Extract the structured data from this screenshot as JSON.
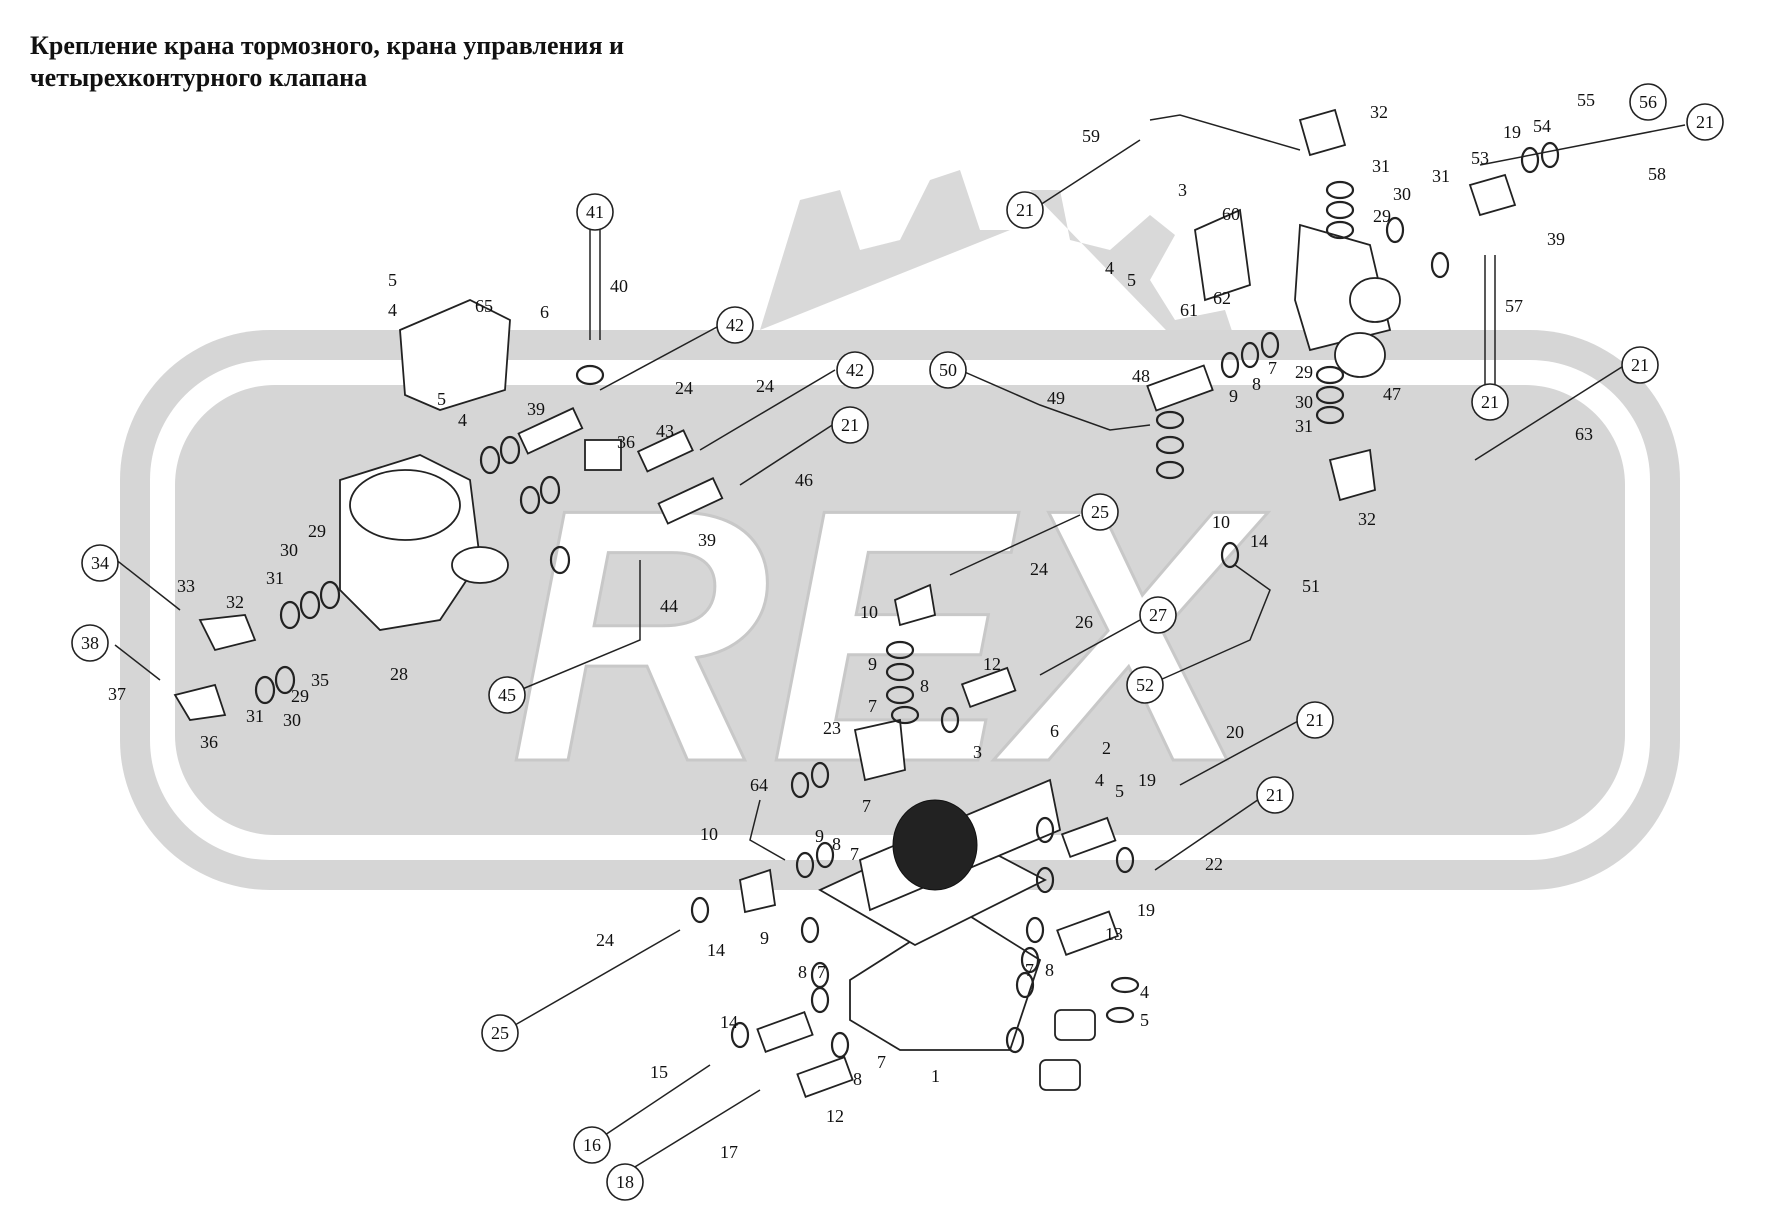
{
  "title": {
    "line1": "Крепление крана тормозного, крана управления и",
    "line2": "четырехконтурного клапана"
  },
  "watermark": "REX",
  "callouts": [
    {
      "id": "c41",
      "text": "41"
    },
    {
      "id": "c42a",
      "text": "42"
    },
    {
      "id": "c42b",
      "text": "42"
    },
    {
      "id": "c21a",
      "text": "21"
    },
    {
      "id": "c34",
      "text": "34"
    },
    {
      "id": "c38",
      "text": "38"
    },
    {
      "id": "c45",
      "text": "45"
    },
    {
      "id": "c50",
      "text": "50"
    },
    {
      "id": "c21b",
      "text": "21"
    },
    {
      "id": "c56",
      "text": "56"
    },
    {
      "id": "c21c",
      "text": "21"
    },
    {
      "id": "c21d",
      "text": "21"
    },
    {
      "id": "c21e",
      "text": "21"
    },
    {
      "id": "c25a",
      "text": "25"
    },
    {
      "id": "c27",
      "text": "27"
    },
    {
      "id": "c52",
      "text": "52"
    },
    {
      "id": "c21f",
      "text": "21"
    },
    {
      "id": "c21g",
      "text": "21"
    },
    {
      "id": "c25b",
      "text": "25"
    },
    {
      "id": "c16",
      "text": "16"
    },
    {
      "id": "c18",
      "text": "18"
    }
  ],
  "labels": [
    {
      "id": "l5a",
      "text": "5"
    },
    {
      "id": "l4a",
      "text": "4"
    },
    {
      "id": "l65",
      "text": "65"
    },
    {
      "id": "l6a",
      "text": "6"
    },
    {
      "id": "l40",
      "text": "40"
    },
    {
      "id": "l5b",
      "text": "5"
    },
    {
      "id": "l4b",
      "text": "4"
    },
    {
      "id": "l24a",
      "text": "24"
    },
    {
      "id": "l24b",
      "text": "24"
    },
    {
      "id": "l39a",
      "text": "39"
    },
    {
      "id": "l36a",
      "text": "36"
    },
    {
      "id": "l43",
      "text": "43"
    },
    {
      "id": "l46",
      "text": "46"
    },
    {
      "id": "l39b",
      "text": "39"
    },
    {
      "id": "l29a",
      "text": "29"
    },
    {
      "id": "l30a",
      "text": "30"
    },
    {
      "id": "l31a",
      "text": "31"
    },
    {
      "id": "l33",
      "text": "33"
    },
    {
      "id": "l32a",
      "text": "32"
    },
    {
      "id": "l37",
      "text": "37"
    },
    {
      "id": "l35",
      "text": "35"
    },
    {
      "id": "l29b",
      "text": "29"
    },
    {
      "id": "l30b",
      "text": "30"
    },
    {
      "id": "l31b",
      "text": "31"
    },
    {
      "id": "l36b",
      "text": "36"
    },
    {
      "id": "l28",
      "text": "28"
    },
    {
      "id": "l44",
      "text": "44"
    },
    {
      "id": "l59",
      "text": "59"
    },
    {
      "id": "l3a",
      "text": "3"
    },
    {
      "id": "l60",
      "text": "60"
    },
    {
      "id": "l4c",
      "text": "4"
    },
    {
      "id": "l5c",
      "text": "5"
    },
    {
      "id": "l61",
      "text": "61"
    },
    {
      "id": "l62",
      "text": "62"
    },
    {
      "id": "l32b",
      "text": "32"
    },
    {
      "id": "l31c",
      "text": "31"
    },
    {
      "id": "l30c",
      "text": "30"
    },
    {
      "id": "l29c",
      "text": "29"
    },
    {
      "id": "l31d",
      "text": "31"
    },
    {
      "id": "l19a",
      "text": "19"
    },
    {
      "id": "l53",
      "text": "53"
    },
    {
      "id": "l54",
      "text": "54"
    },
    {
      "id": "l55",
      "text": "55"
    },
    {
      "id": "l58",
      "text": "58"
    },
    {
      "id": "l39c",
      "text": "39"
    },
    {
      "id": "l57",
      "text": "57"
    },
    {
      "id": "l7a",
      "text": "7"
    },
    {
      "id": "l29d",
      "text": "29"
    },
    {
      "id": "l30d",
      "text": "30"
    },
    {
      "id": "l31e",
      "text": "31"
    },
    {
      "id": "l47",
      "text": "47"
    },
    {
      "id": "l48",
      "text": "48"
    },
    {
      "id": "l49",
      "text": "49"
    },
    {
      "id": "l9a",
      "text": "9"
    },
    {
      "id": "l8a",
      "text": "8"
    },
    {
      "id": "l63",
      "text": "63"
    },
    {
      "id": "l32c",
      "text": "32"
    },
    {
      "id": "l10a",
      "text": "10"
    },
    {
      "id": "l14a",
      "text": "14"
    },
    {
      "id": "l51",
      "text": "51"
    },
    {
      "id": "l24c",
      "text": "24"
    },
    {
      "id": "l10b",
      "text": "10"
    },
    {
      "id": "l26",
      "text": "26"
    },
    {
      "id": "l9b",
      "text": "9"
    },
    {
      "id": "l8b",
      "text": "8"
    },
    {
      "id": "l12a",
      "text": "12"
    },
    {
      "id": "l7b",
      "text": "7"
    },
    {
      "id": "l6b",
      "text": "6"
    },
    {
      "id": "l23",
      "text": "23"
    },
    {
      "id": "l3b",
      "text": "3"
    },
    {
      "id": "l2",
      "text": "2"
    },
    {
      "id": "l4d",
      "text": "4"
    },
    {
      "id": "l5d",
      "text": "5"
    },
    {
      "id": "l19b",
      "text": "19"
    },
    {
      "id": "l20",
      "text": "20"
    },
    {
      "id": "l64",
      "text": "64"
    },
    {
      "id": "l9c",
      "text": "9"
    },
    {
      "id": "l8c",
      "text": "8"
    },
    {
      "id": "l7c",
      "text": "7"
    },
    {
      "id": "l7d",
      "text": "7"
    },
    {
      "id": "l10c",
      "text": "10"
    },
    {
      "id": "l22",
      "text": "22"
    },
    {
      "id": "l19c",
      "text": "19"
    },
    {
      "id": "l13",
      "text": "13"
    },
    {
      "id": "l24d",
      "text": "24"
    },
    {
      "id": "l14b",
      "text": "14"
    },
    {
      "id": "l9d",
      "text": "9"
    },
    {
      "id": "l8d",
      "text": "8"
    },
    {
      "id": "l7e",
      "text": "7"
    },
    {
      "id": "l7f",
      "text": "7"
    },
    {
      "id": "l8e",
      "text": "8"
    },
    {
      "id": "l4e",
      "text": "4"
    },
    {
      "id": "l5e",
      "text": "5"
    },
    {
      "id": "l14c",
      "text": "14"
    },
    {
      "id": "l7g",
      "text": "7"
    },
    {
      "id": "l1",
      "text": "1"
    },
    {
      "id": "l15",
      "text": "15"
    },
    {
      "id": "l8f",
      "text": "8"
    },
    {
      "id": "l12b",
      "text": "12"
    },
    {
      "id": "l17",
      "text": "17"
    }
  ]
}
